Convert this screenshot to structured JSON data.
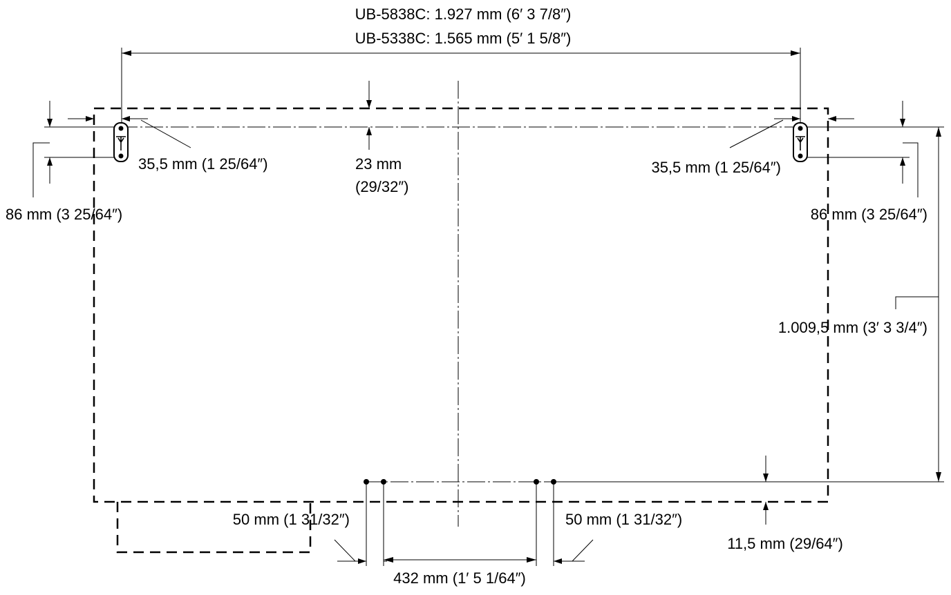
{
  "labels": {
    "width_5838": "UB-5838C: 1.927 mm (6′ 3 7/8″)",
    "width_5338": "UB-5338C: 1.565 mm (5′ 1 5/8″)",
    "offset_left": "35,5 mm (1 25/64″)",
    "offset_right": "35,5 mm (1 25/64″)",
    "top_margin_value": "23 mm",
    "top_margin_imperial": "(29/32″)",
    "bracket_height_left": "86 mm (3 25/64″)",
    "bracket_height_right": "86 mm (3 25/64″)",
    "height_total": "1.009,5 mm (3′ 3 3/4″)",
    "bottom_margin": "11,5 mm (29/64″)",
    "hole_offset_left": "50 mm (1 31/32″)",
    "hole_offset_right": "50 mm (1 31/32″)",
    "hole_spacing": "432 mm (1′ 5 1/64″)"
  },
  "icons": {
    "left_bracket": "wall-bracket-icon",
    "right_bracket": "wall-bracket-icon"
  }
}
